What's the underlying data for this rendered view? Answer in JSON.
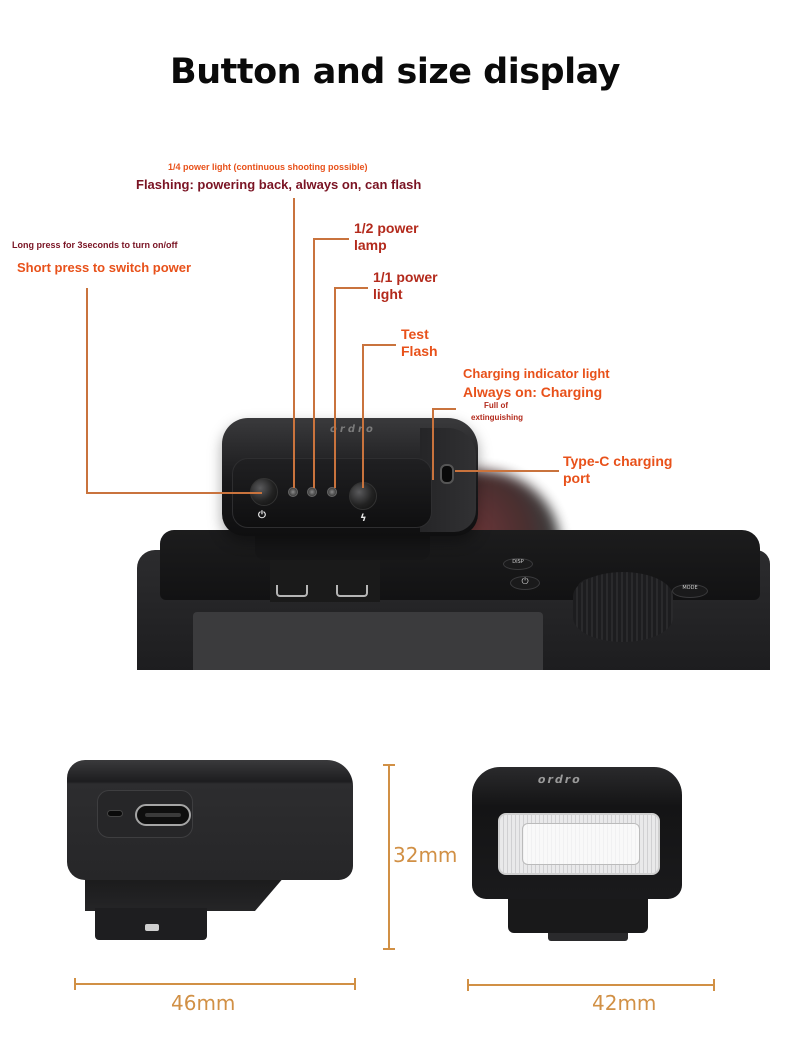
{
  "title": "Button and size display",
  "annotations": {
    "quarter_power": {
      "line1": "1/4 power light (continuous shooting possible)",
      "line2": "Flashing: powering back, always on, can flash"
    },
    "power_button": {
      "line1": "Long press for 3seconds to turn on/off",
      "line2": "Short press to switch power"
    },
    "half_power": {
      "line1": "1/2 power",
      "line2": "lamp"
    },
    "full_power": {
      "line1": "1/1 power",
      "line2": "light"
    },
    "test_flash": {
      "line1": "Test",
      "line2": "Flash"
    },
    "charging_indicator": {
      "line1": "Charging indicator light",
      "line2": "Always on: Charging",
      "line3": "Full of",
      "line4": "extinguishing"
    },
    "type_c": {
      "line1": "Type-C charging",
      "line2": "port"
    }
  },
  "device": {
    "power_icon": "⏻",
    "flash_icon": "ϟ",
    "brand": "ordro",
    "camera_buttons": [
      "DISP",
      "⏻",
      "MODE"
    ]
  },
  "dimensions": {
    "height": "32mm",
    "side_width": "46mm",
    "front_width": "42mm"
  },
  "colors": {
    "annotation_orange": "#e8511a",
    "annotation_red": "#b32a1c",
    "annotation_maroon": "#7a1424",
    "leader_line": "#c9733d",
    "dimension": "#d19045"
  }
}
